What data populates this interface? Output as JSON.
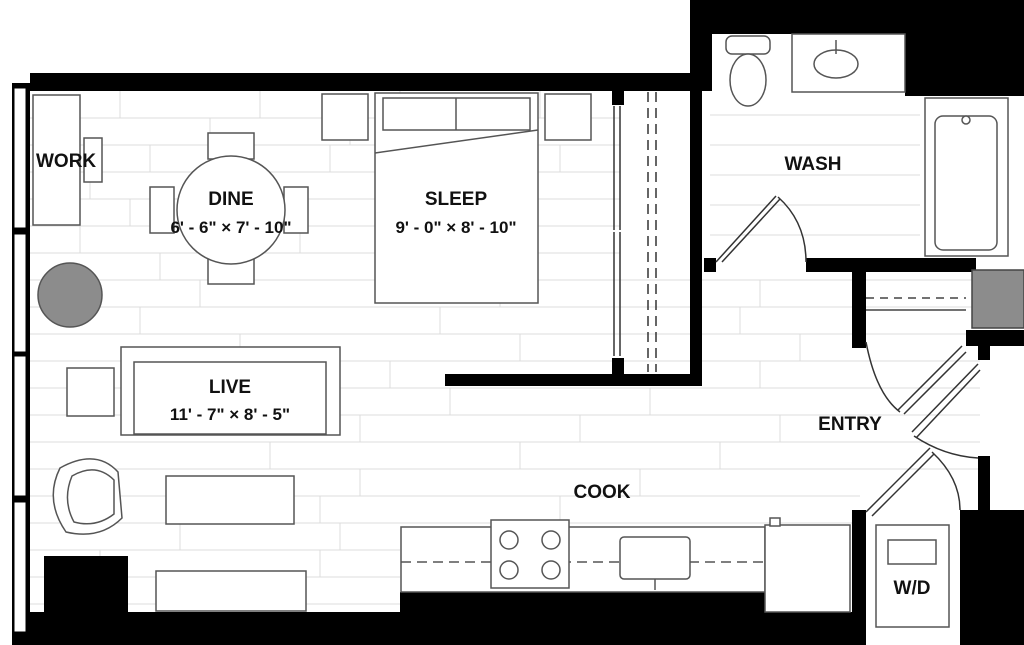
{
  "rooms": {
    "work": {
      "label": "WORK"
    },
    "dine": {
      "label": "DINE",
      "dims": "6' - 6\" × 7' - 10\""
    },
    "sleep": {
      "label": "SLEEP",
      "dims": "9' - 0\" × 8' - 10\""
    },
    "live": {
      "label": "LIVE",
      "dims": "11' - 7\" × 8' - 5\""
    },
    "wash": {
      "label": "WASH"
    },
    "entry": {
      "label": "ENTRY"
    },
    "cook": {
      "label": "COOK"
    },
    "wd": {
      "label": "W/D"
    }
  },
  "colors": {
    "wall": "#000000",
    "floor_lines": "#dcdcdc",
    "rug": "#8c8c8c",
    "counter": "#9a9a9a"
  }
}
